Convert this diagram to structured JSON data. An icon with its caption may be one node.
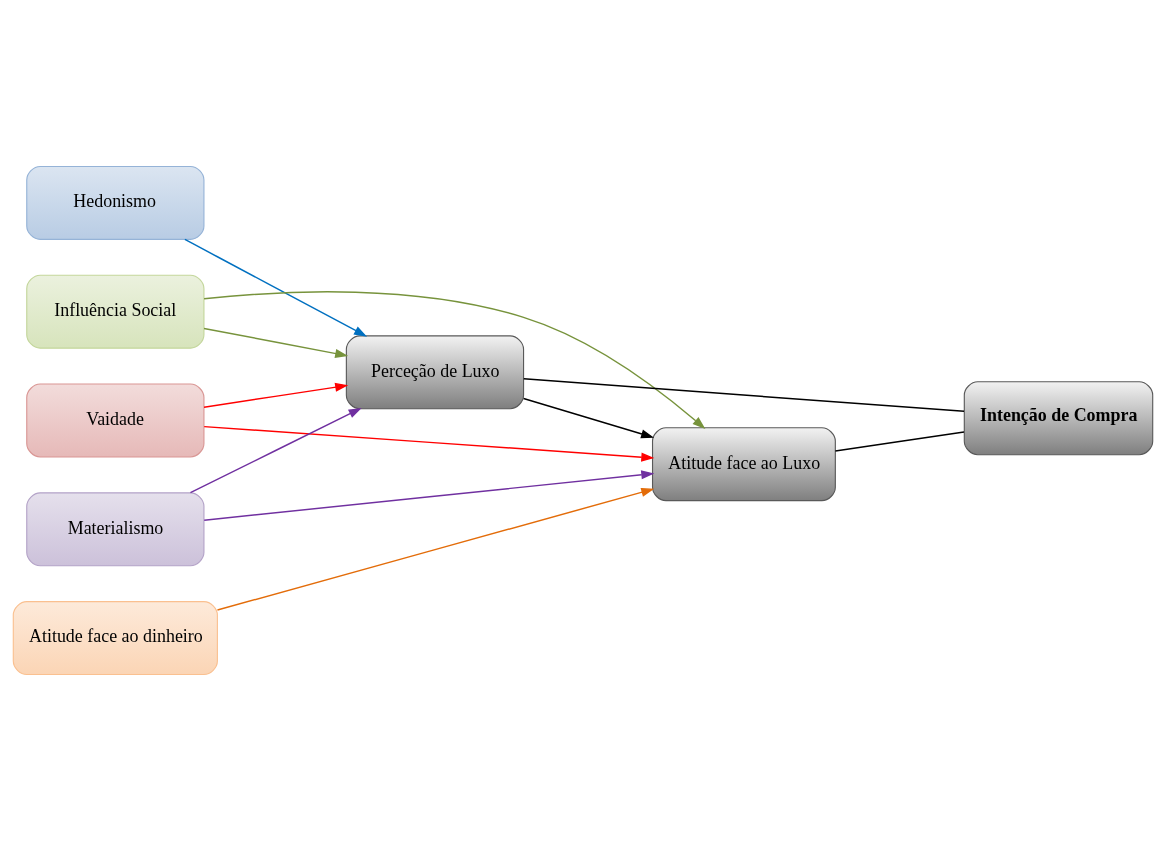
{
  "diagram": {
    "nodes": [
      {
        "text": [
          "Hedonismo"
        ]
      },
      {
        "text": [
          "Influência Social"
        ]
      },
      {
        "text": [
          "Vaidade"
        ]
      },
      {
        "text": [
          "Materialismo"
        ]
      },
      {
        "text": [
          "Atitude face ao dinheiro"
        ]
      },
      {
        "text": [
          "Perceção de Luxo"
        ]
      },
      {
        "text": [
          "Atitude face ao Luxo"
        ]
      },
      {
        "text": [
          "Intenção de Compra"
        ]
      }
    ],
    "edges": [
      {
        "from": 0,
        "to": 5,
        "arrow": "to",
        "color": "#0070c0"
      },
      {
        "from": 1,
        "to": 5,
        "arrow": "to",
        "color": "#77933c"
      },
      {
        "from": 1,
        "to": 6,
        "arrow": "to",
        "color": "#77933c"
      },
      {
        "from": 2,
        "to": 5,
        "arrow": "to",
        "color": "#ff0000"
      },
      {
        "from": 2,
        "to": 6,
        "arrow": "to",
        "color": "#ff0000"
      },
      {
        "from": 3,
        "to": 5,
        "arrow": "to",
        "color": "#7030a0"
      },
      {
        "from": 3,
        "to": 6,
        "arrow": "to",
        "color": "#7030a0"
      },
      {
        "from": 4,
        "to": 6,
        "arrow": "to",
        "color": "#e36c09"
      },
      {
        "from": 5,
        "to": 6,
        "arrow": "to"
      },
      {
        "from": 5,
        "to": 7,
        "arrow": "none"
      },
      {
        "from": 6,
        "to": 7,
        "arrow": "none"
      }
    ]
  }
}
